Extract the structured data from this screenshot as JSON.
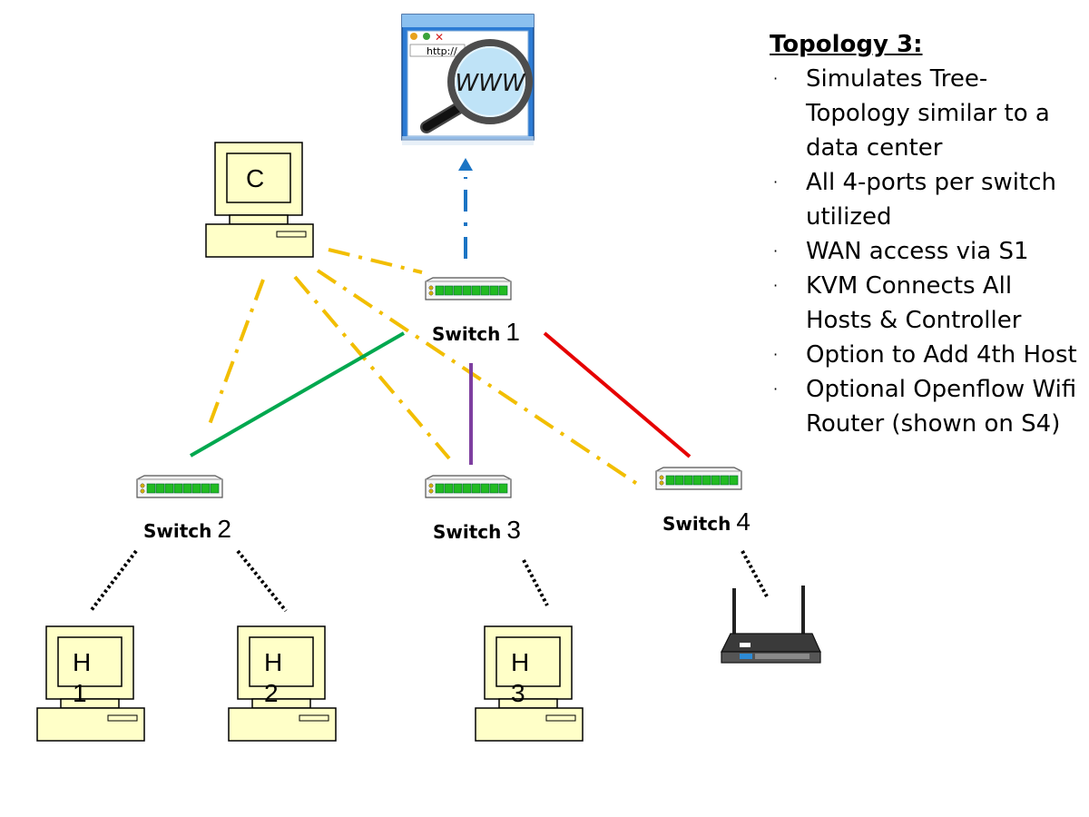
{
  "notes": {
    "title": "Topology 3:",
    "bullets": [
      "Simulates Tree-Topology similar to a data center",
      "All 4-ports per switch utilized",
      "WAN access via S1",
      "KVM Connects All Hosts & Controller",
      "Option to Add 4th Host",
      "Optional Openflow Wifi Router (shown on S4)"
    ],
    "bullet_glyph": "·"
  },
  "switches": {
    "s1": {
      "word": "Switch",
      "num": "1"
    },
    "s2": {
      "word": "Switch",
      "num": "2"
    },
    "s3": {
      "word": "Switch",
      "num": "3"
    },
    "s4": {
      "word": "Switch",
      "num": "4"
    }
  },
  "computers": {
    "controller": {
      "line1": "C",
      "line2": ""
    },
    "h1": {
      "line1": "H",
      "line2": "1"
    },
    "h2": {
      "line1": "H",
      "line2": "2"
    },
    "h3": {
      "line1": "H",
      "line2": "3"
    }
  },
  "www": {
    "url": "http://",
    "logo": "WWW"
  },
  "colors": {
    "kvm": "#f2be00",
    "wan": "#1b74c4",
    "s1_s2": "#00a84f",
    "s1_s3": "#7e3fa0",
    "s1_s4": "#e60000",
    "host_link": "#000000",
    "pc_body": "#ffffc8",
    "switch_port": "#22bb22"
  },
  "icons": [
    "www-browser-icon",
    "desktop-computer-icon",
    "network-switch-icon",
    "wifi-router-icon"
  ]
}
